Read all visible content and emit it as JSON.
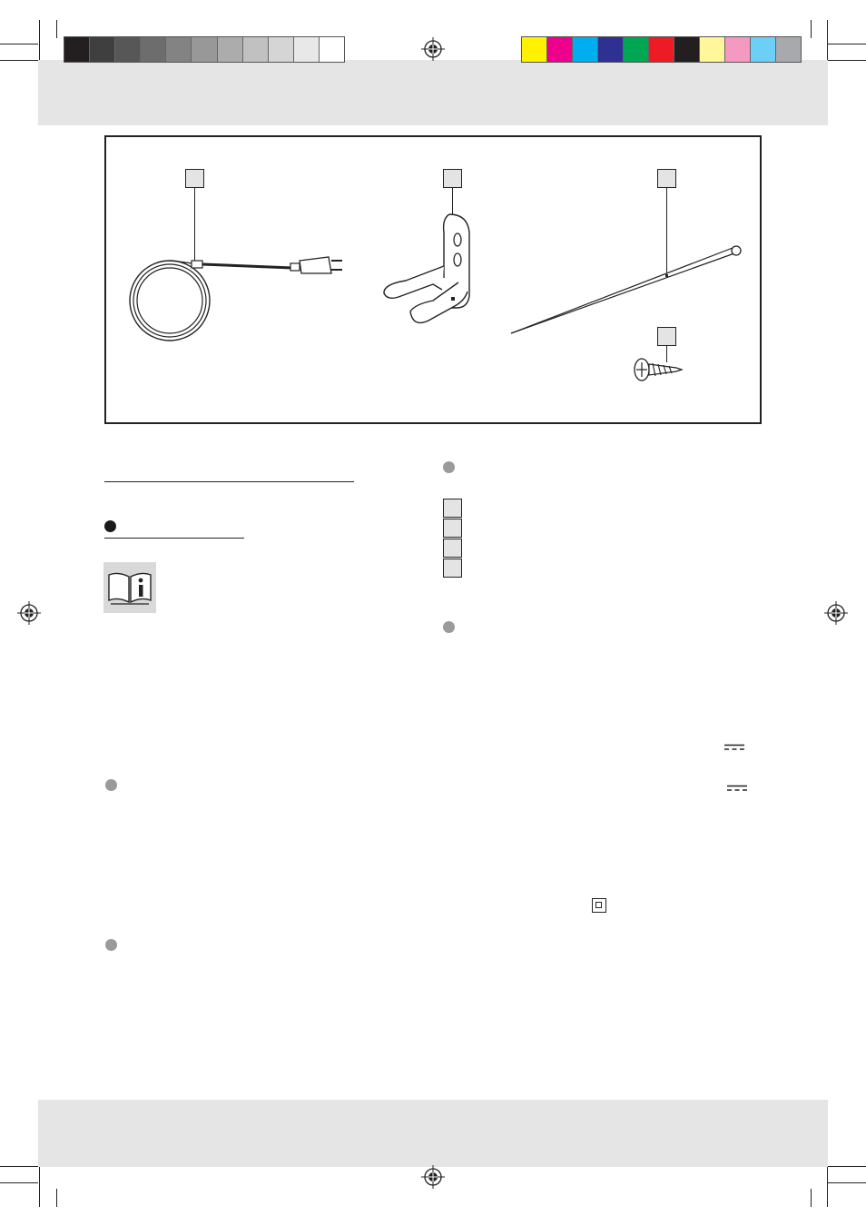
{
  "calibration": {
    "grayscale": [
      "#231f20",
      "#3f3f40",
      "#575757",
      "#6d6d6e",
      "#838383",
      "#989898",
      "#acacad",
      "#c1c1c1",
      "#d5d5d5",
      "#e8e8e8",
      "#ffffff"
    ],
    "process_colors": [
      "#fff200",
      "#ec008c",
      "#00aeef",
      "#2e3192",
      "#00a651",
      "#ed1c24",
      "#231f20",
      "#fff799",
      "#f49ac1",
      "#6dcff6",
      "#a7a9ac"
    ]
  },
  "figure": {
    "items": [
      "power-cable-coil",
      "cable-holder-clip",
      "ground-spike",
      "screw"
    ]
  },
  "colors": {
    "band": "#e5e5e6",
    "callout_fill": "#e4e4e4",
    "bullet_dark": "#1a1a1a",
    "bullet_grey": "#9a9a9a"
  }
}
